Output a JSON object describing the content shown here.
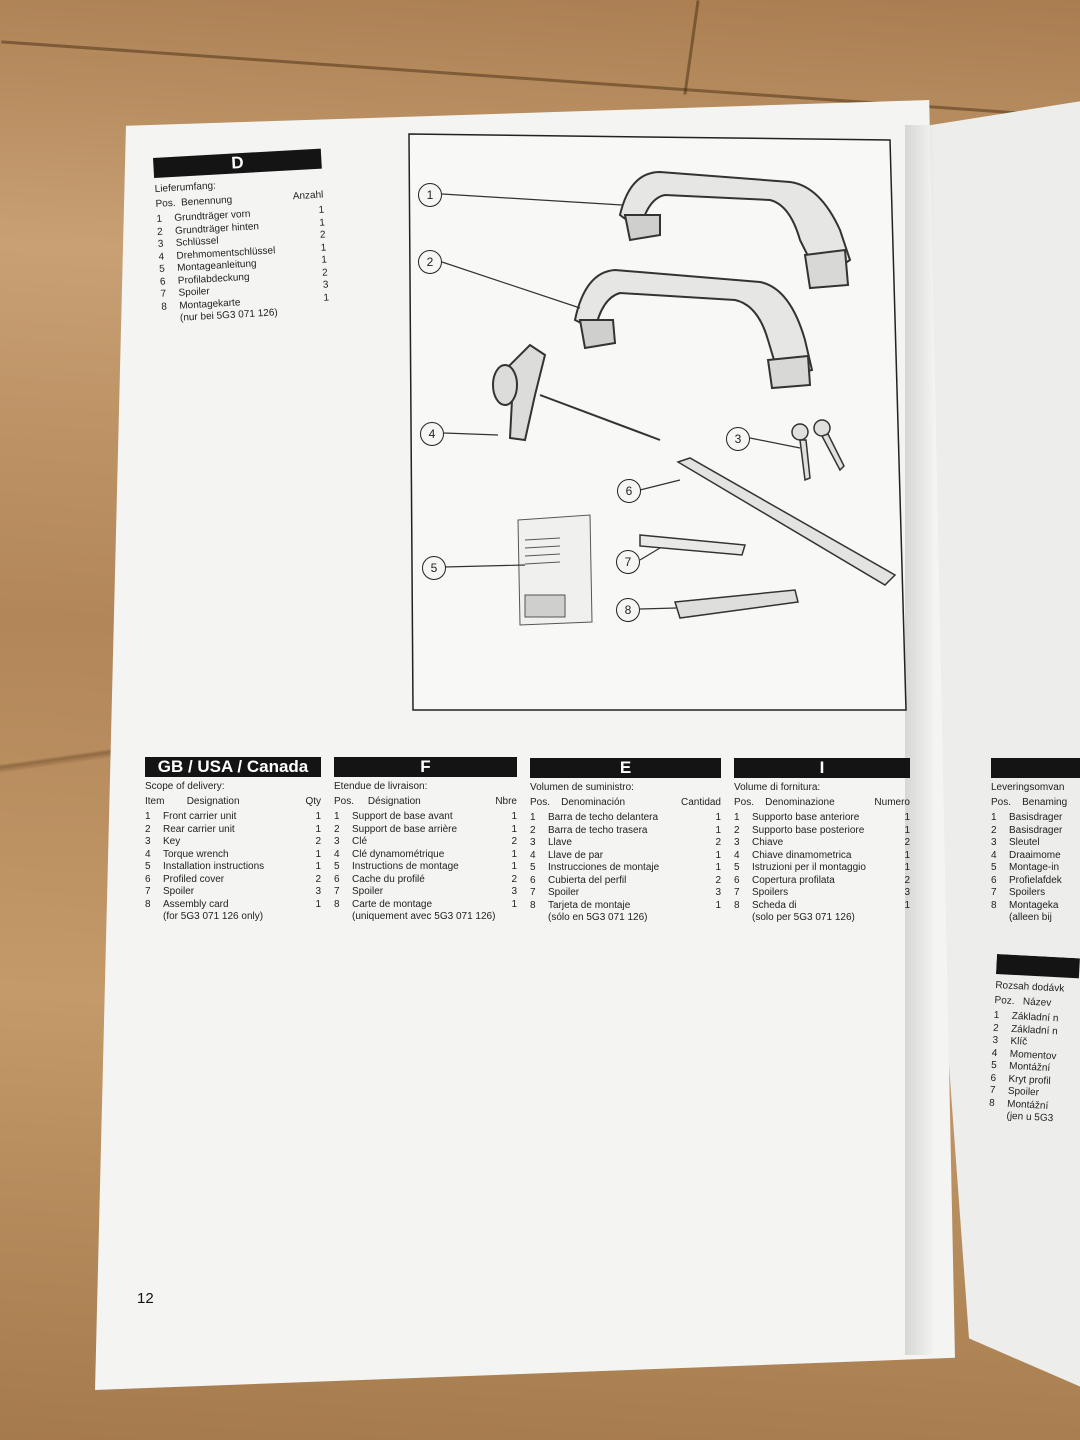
{
  "page_number": "12",
  "diagram": {
    "callouts": [
      "1",
      "2",
      "3",
      "4",
      "5",
      "6",
      "7",
      "8"
    ]
  },
  "lists": {
    "d": {
      "header": "D",
      "title": "Lieferumfang:",
      "col_pos": "Pos.",
      "col_name": "Benennung",
      "col_qty": "Anzahl",
      "items": [
        {
          "pos": "1",
          "name": "Grundträger vorn",
          "qty": "1"
        },
        {
          "pos": "2",
          "name": "Grundträger hinten",
          "qty": "1"
        },
        {
          "pos": "3",
          "name": "Schlüssel",
          "qty": "2"
        },
        {
          "pos": "4",
          "name": "Drehmomentschlüssel",
          "qty": "1"
        },
        {
          "pos": "5",
          "name": "Montageanleitung",
          "qty": "1"
        },
        {
          "pos": "6",
          "name": "Profilabdeckung",
          "qty": "2"
        },
        {
          "pos": "7",
          "name": "Spoiler",
          "qty": "3"
        },
        {
          "pos": "8",
          "name": "Montagekarte",
          "qty": "1"
        }
      ],
      "note": "(nur bei 5G3 071 126)"
    },
    "gb": {
      "header": "GB / USA / Canada",
      "title": "Scope of delivery:",
      "col_pos": "Item",
      "col_name": "Designation",
      "col_qty": "Qty",
      "items": [
        {
          "pos": "1",
          "name": "Front carrier unit",
          "qty": "1"
        },
        {
          "pos": "2",
          "name": "Rear carrier unit",
          "qty": "1"
        },
        {
          "pos": "3",
          "name": "Key",
          "qty": "2"
        },
        {
          "pos": "4",
          "name": "Torque wrench",
          "qty": "1"
        },
        {
          "pos": "5",
          "name": "Installation instructions",
          "qty": "1"
        },
        {
          "pos": "6",
          "name": "Profiled cover",
          "qty": "2"
        },
        {
          "pos": "7",
          "name": "Spoiler",
          "qty": "3"
        },
        {
          "pos": "8",
          "name": "Assembly card",
          "qty": "1"
        }
      ],
      "note": "(for 5G3 071 126 only)"
    },
    "f": {
      "header": "F",
      "title": "Etendue de livraison:",
      "col_pos": "Pos.",
      "col_name": "Désignation",
      "col_qty": "Nbre",
      "items": [
        {
          "pos": "1",
          "name": "Support de base avant",
          "qty": "1"
        },
        {
          "pos": "2",
          "name": "Support de base arrière",
          "qty": "1"
        },
        {
          "pos": "3",
          "name": "Clé",
          "qty": "2"
        },
        {
          "pos": "4",
          "name": "Clé dynamométrique",
          "qty": "1"
        },
        {
          "pos": "5",
          "name": "Instructions de montage",
          "qty": "1"
        },
        {
          "pos": "6",
          "name": "Cache du profilé",
          "qty": "2"
        },
        {
          "pos": "7",
          "name": "Spoiler",
          "qty": "3"
        },
        {
          "pos": "8",
          "name": "Carte de montage",
          "qty": "1"
        }
      ],
      "note": "(uniquement avec 5G3 071 126)"
    },
    "e": {
      "header": "E",
      "title": "Volumen de suministro:",
      "col_pos": "Pos.",
      "col_name": "Denominación",
      "col_qty": "Cantidad",
      "items": [
        {
          "pos": "1",
          "name": "Barra de techo delantera",
          "qty": "1"
        },
        {
          "pos": "2",
          "name": "Barra de techo trasera",
          "qty": "1"
        },
        {
          "pos": "3",
          "name": "Llave",
          "qty": "2"
        },
        {
          "pos": "4",
          "name": "Llave de par",
          "qty": "1"
        },
        {
          "pos": "5",
          "name": "Instrucciones de montaje",
          "qty": "1"
        },
        {
          "pos": "6",
          "name": "Cubierta del perfil",
          "qty": "2"
        },
        {
          "pos": "7",
          "name": "Spoiler",
          "qty": "3"
        },
        {
          "pos": "8",
          "name": "Tarjeta de montaje",
          "qty": "1"
        }
      ],
      "note": "(sólo en 5G3 071 126)"
    },
    "i": {
      "header": "I",
      "title": "Volume di fornitura:",
      "col_pos": "Pos.",
      "col_name": "Denominazione",
      "col_qty": "Numero",
      "items": [
        {
          "pos": "1",
          "name": "Supporto base anteriore",
          "qty": "1"
        },
        {
          "pos": "2",
          "name": "Supporto base posteriore",
          "qty": "1"
        },
        {
          "pos": "3",
          "name": "Chiave",
          "qty": "2"
        },
        {
          "pos": "4",
          "name": "Chiave dinamometrica",
          "qty": "1"
        },
        {
          "pos": "5",
          "name": "Istruzioni per il montaggio",
          "qty": "1"
        },
        {
          "pos": "6",
          "name": "Copertura profilata",
          "qty": "2"
        },
        {
          "pos": "7",
          "name": "Spoilers",
          "qty": "3"
        },
        {
          "pos": "8",
          "name": "Scheda di",
          "qty": "1"
        }
      ],
      "note": "(solo per 5G3 071 126)"
    },
    "nl": {
      "title": "Leveringsomvan",
      "col_pos": "Pos.",
      "col_name": "Benaming",
      "items": [
        {
          "pos": "1",
          "name": "Basisdrager"
        },
        {
          "pos": "2",
          "name": "Basisdrager"
        },
        {
          "pos": "3",
          "name": "Sleutel"
        },
        {
          "pos": "4",
          "name": "Draaimome"
        },
        {
          "pos": "5",
          "name": "Montage-in"
        },
        {
          "pos": "6",
          "name": "Profielafdek"
        },
        {
          "pos": "7",
          "name": "Spoilers"
        },
        {
          "pos": "8",
          "name": "Montageka"
        }
      ],
      "note": "(alleen bij"
    },
    "cz": {
      "title": "Rozsah dodávk",
      "col_pos": "Poz.",
      "col_name": "Název",
      "items": [
        {
          "pos": "1",
          "name": "Základní n"
        },
        {
          "pos": "2",
          "name": "Základní n"
        },
        {
          "pos": "3",
          "name": "Klíč"
        },
        {
          "pos": "4",
          "name": "Momentov"
        },
        {
          "pos": "5",
          "name": "Montážní"
        },
        {
          "pos": "6",
          "name": "Kryt profil"
        },
        {
          "pos": "7",
          "name": "Spoiler"
        },
        {
          "pos": "8",
          "name": "Montážní"
        }
      ],
      "note": "(jen u 5G3"
    }
  }
}
